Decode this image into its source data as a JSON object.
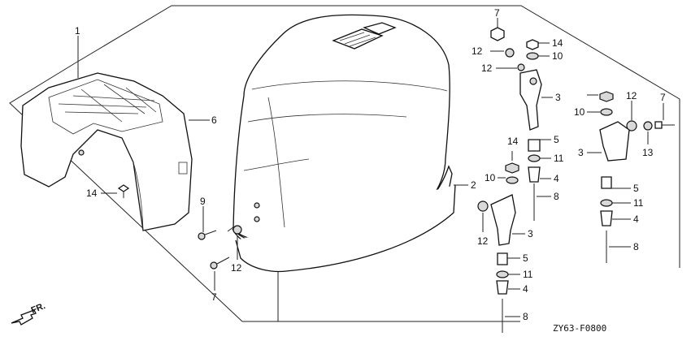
{
  "diagram_code": "ZY63-F0800",
  "direction_label": "FR.",
  "callouts": [
    {
      "id": "c1",
      "label": "1"
    },
    {
      "id": "c2",
      "label": "2"
    },
    {
      "id": "c3a",
      "label": "3"
    },
    {
      "id": "c3b",
      "label": "3"
    },
    {
      "id": "c3c",
      "label": "3"
    },
    {
      "id": "c4a",
      "label": "4"
    },
    {
      "id": "c4b",
      "label": "4"
    },
    {
      "id": "c4c",
      "label": "4"
    },
    {
      "id": "c5a",
      "label": "5"
    },
    {
      "id": "c5b",
      "label": "5"
    },
    {
      "id": "c5c",
      "label": "5"
    },
    {
      "id": "c6",
      "label": "6"
    },
    {
      "id": "c7a",
      "label": "7"
    },
    {
      "id": "c7b",
      "label": "7"
    },
    {
      "id": "c7c",
      "label": "7"
    },
    {
      "id": "c8a",
      "label": "8"
    },
    {
      "id": "c8b",
      "label": "8"
    },
    {
      "id": "c8c",
      "label": "8"
    },
    {
      "id": "c9",
      "label": "9"
    },
    {
      "id": "c10a",
      "label": "10"
    },
    {
      "id": "c10b",
      "label": "10"
    },
    {
      "id": "c10c",
      "label": "10"
    },
    {
      "id": "c11a",
      "label": "11"
    },
    {
      "id": "c11b",
      "label": "11"
    },
    {
      "id": "c11c",
      "label": "11"
    },
    {
      "id": "c12a",
      "label": "12"
    },
    {
      "id": "c12b",
      "label": "12"
    },
    {
      "id": "c12c",
      "label": "12"
    },
    {
      "id": "c12d",
      "label": "12"
    },
    {
      "id": "c12e",
      "label": "12"
    },
    {
      "id": "c13",
      "label": "13"
    },
    {
      "id": "c14a",
      "label": "14"
    },
    {
      "id": "c14b",
      "label": "14"
    },
    {
      "id": "c14c",
      "label": "14"
    }
  ]
}
